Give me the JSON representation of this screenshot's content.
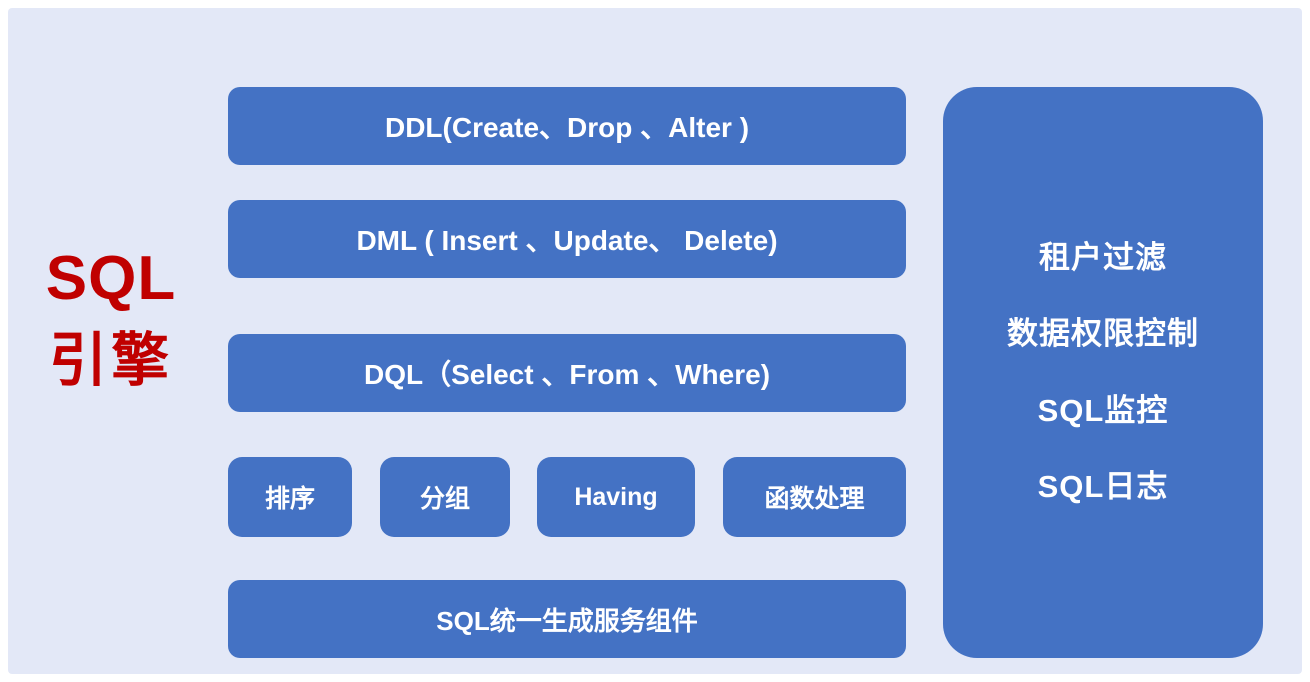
{
  "diagram": {
    "background_color": "#e3e8f7",
    "box_color": "#4472c4",
    "title_color": "#c00000",
    "title": {
      "line1": "SQL",
      "line2": "引擎"
    },
    "main_rows": [
      {
        "id": "ddl",
        "label": "DDL(Create、Drop 、Alter )"
      },
      {
        "id": "dml",
        "label": "DML ( Insert 、Update、 Delete)"
      },
      {
        "id": "dql",
        "label": "DQL（Select 、From 、Where)"
      }
    ],
    "small_boxes": [
      {
        "id": "sort",
        "label": "排序"
      },
      {
        "id": "group",
        "label": "分组"
      },
      {
        "id": "having",
        "label": "Having"
      },
      {
        "id": "func",
        "label": "函数处理"
      }
    ],
    "bottom_row": {
      "id": "unified",
      "label": "SQL统一生成服务组件"
    },
    "side_panel": {
      "items": [
        {
          "id": "tenant-filter",
          "label": "租户过滤"
        },
        {
          "id": "data-permission",
          "label": "数据权限控制"
        },
        {
          "id": "sql-monitor",
          "label": "SQL监控"
        },
        {
          "id": "sql-log",
          "label": "SQL日志"
        }
      ]
    }
  }
}
